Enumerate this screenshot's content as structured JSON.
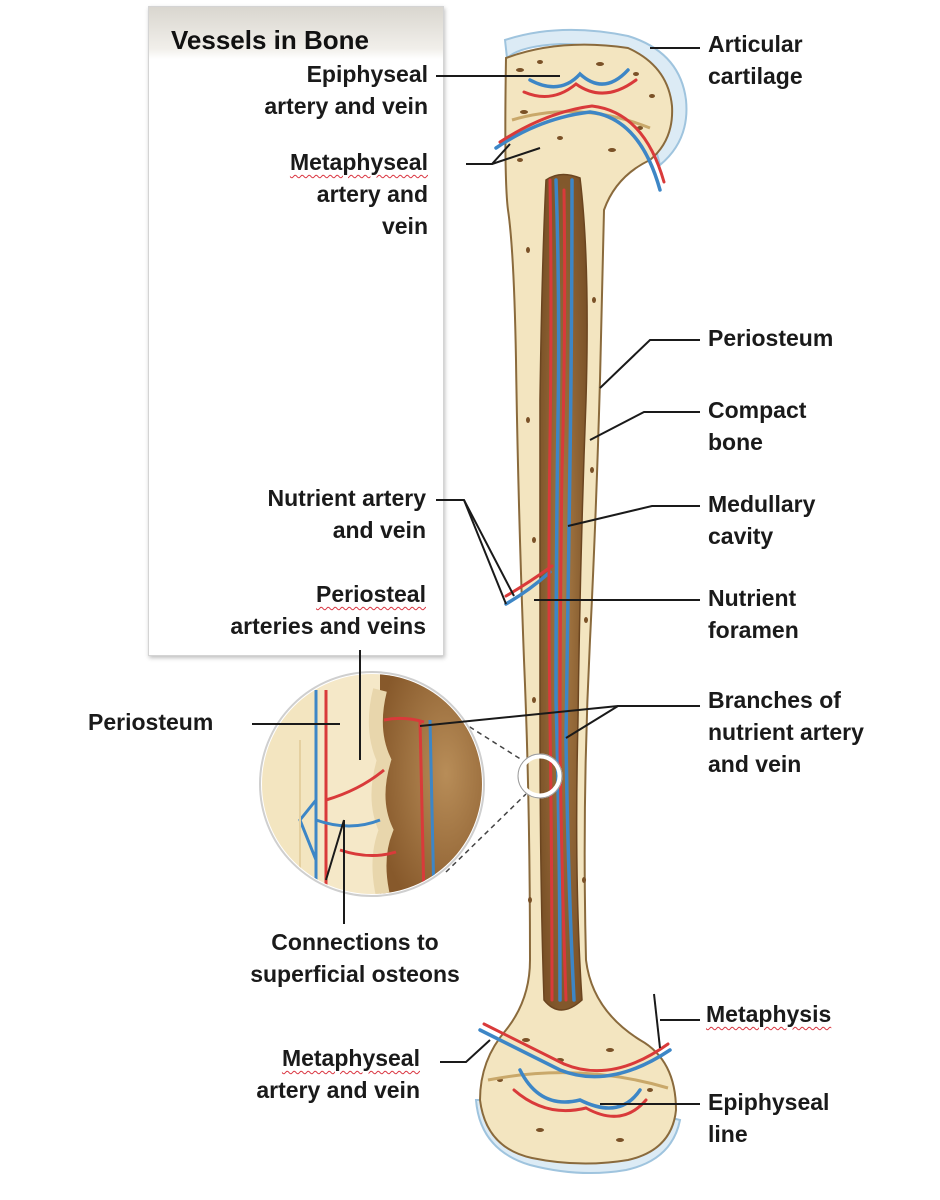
{
  "title": "Vessels in Bone",
  "colors": {
    "artery": "#d93a3a",
    "vein": "#3d86c6",
    "compact_bone": "#f3e5c0",
    "cartilage": "#dcebf5",
    "marrow": "#8f6330",
    "leader": "#1a1a1a",
    "spell_underline": "#d9333f"
  },
  "labels": {
    "epiphyseal_av": [
      "Epiphyseal",
      "artery and vein"
    ],
    "metaphyseal_top": [
      "Metaphyseal",
      "artery and",
      "vein"
    ],
    "nutrient_av": [
      "Nutrient artery",
      "and vein"
    ],
    "periosteal_av": [
      "Periosteal",
      "arteries and veins"
    ],
    "periosteum_left": "Periosteum",
    "connections": [
      "Connections to",
      "superficial osteons"
    ],
    "metaphyseal_bottom": [
      "Metaphyseal",
      "artery and vein"
    ],
    "articular_cartilage": [
      "Articular",
      "cartilage"
    ],
    "periosteum_right": "Periosteum",
    "compact_bone": [
      "Compact",
      "bone"
    ],
    "medullary_cavity": [
      "Medullary",
      "cavity"
    ],
    "nutrient_foramen": [
      "Nutrient",
      "foramen"
    ],
    "branches": [
      "Branches of",
      "nutrient artery",
      "and vein"
    ],
    "metaphysis": "Metaphysis",
    "epiphyseal_line": [
      "Epiphyseal",
      "line"
    ]
  }
}
